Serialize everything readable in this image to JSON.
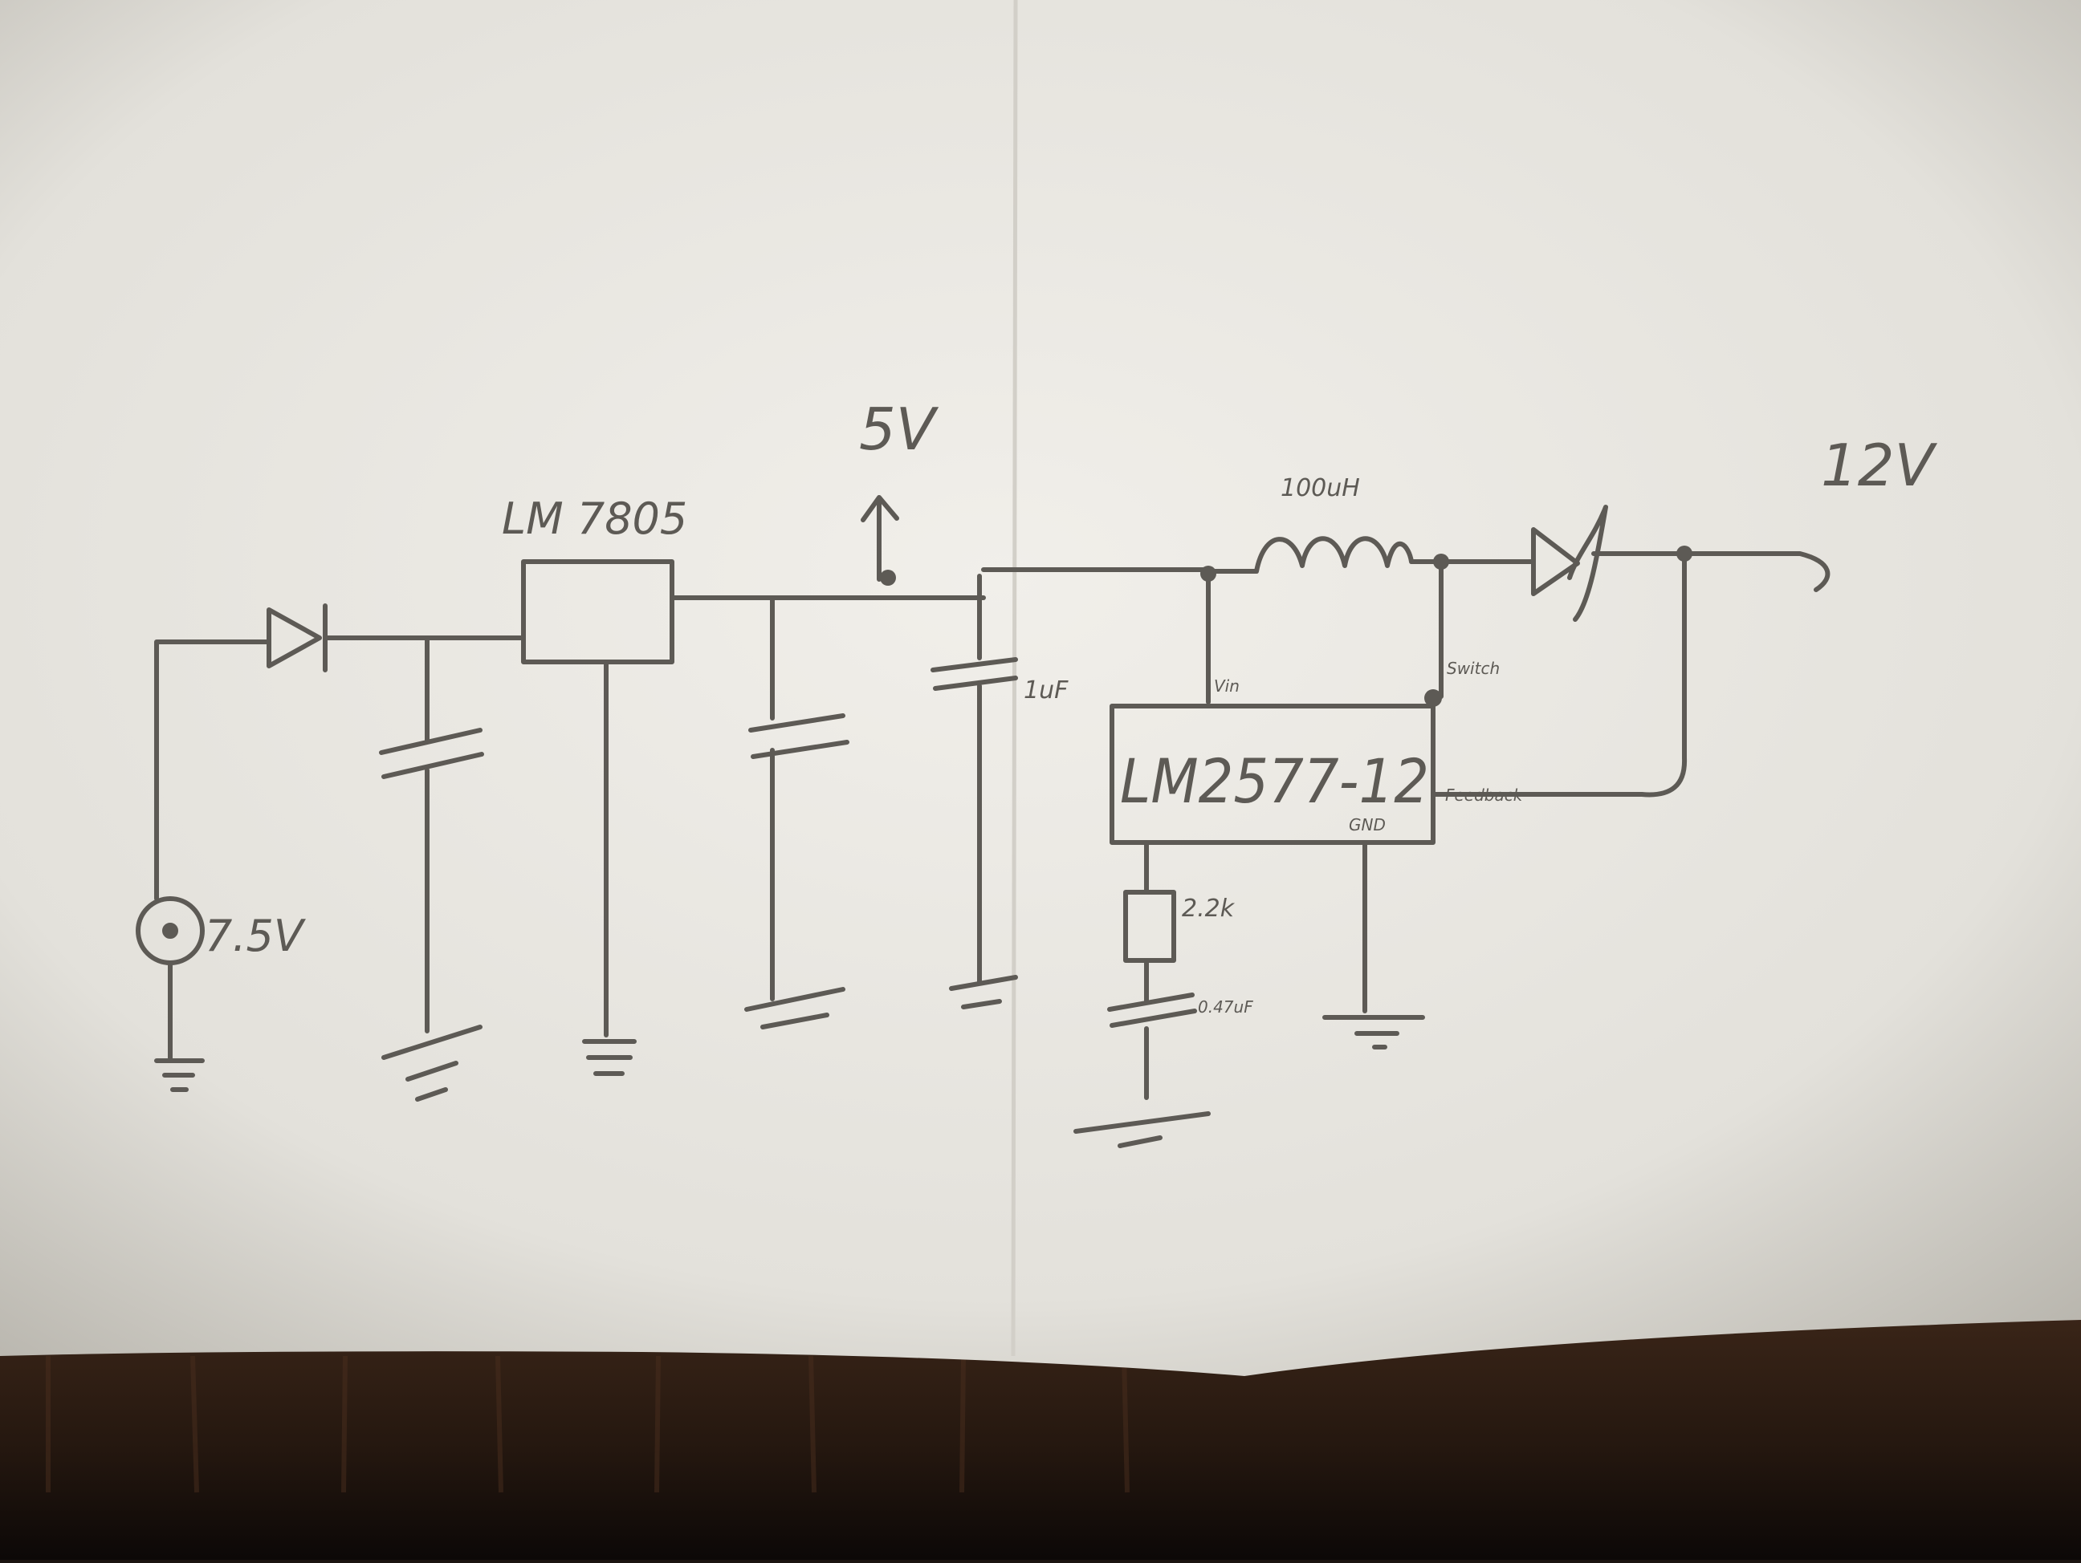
{
  "schematic": {
    "labels": {
      "source": "7.5V",
      "regulator": "LM 7805",
      "rail_5v": "5V",
      "cap_1uf": "1uF",
      "inductor": "100uH",
      "output": "12V",
      "chip": "LM2577-12",
      "pin_vin": "Vin",
      "pin_switch": "Switch",
      "pin_feedback": "Feedback",
      "pin_gnd": "GND",
      "resistor": "2.2k",
      "cap_comp": "0.47uF"
    }
  },
  "colors": {
    "paper": "#e9e7e2",
    "ink": "#5d5a55",
    "table": "#2a1c14"
  }
}
